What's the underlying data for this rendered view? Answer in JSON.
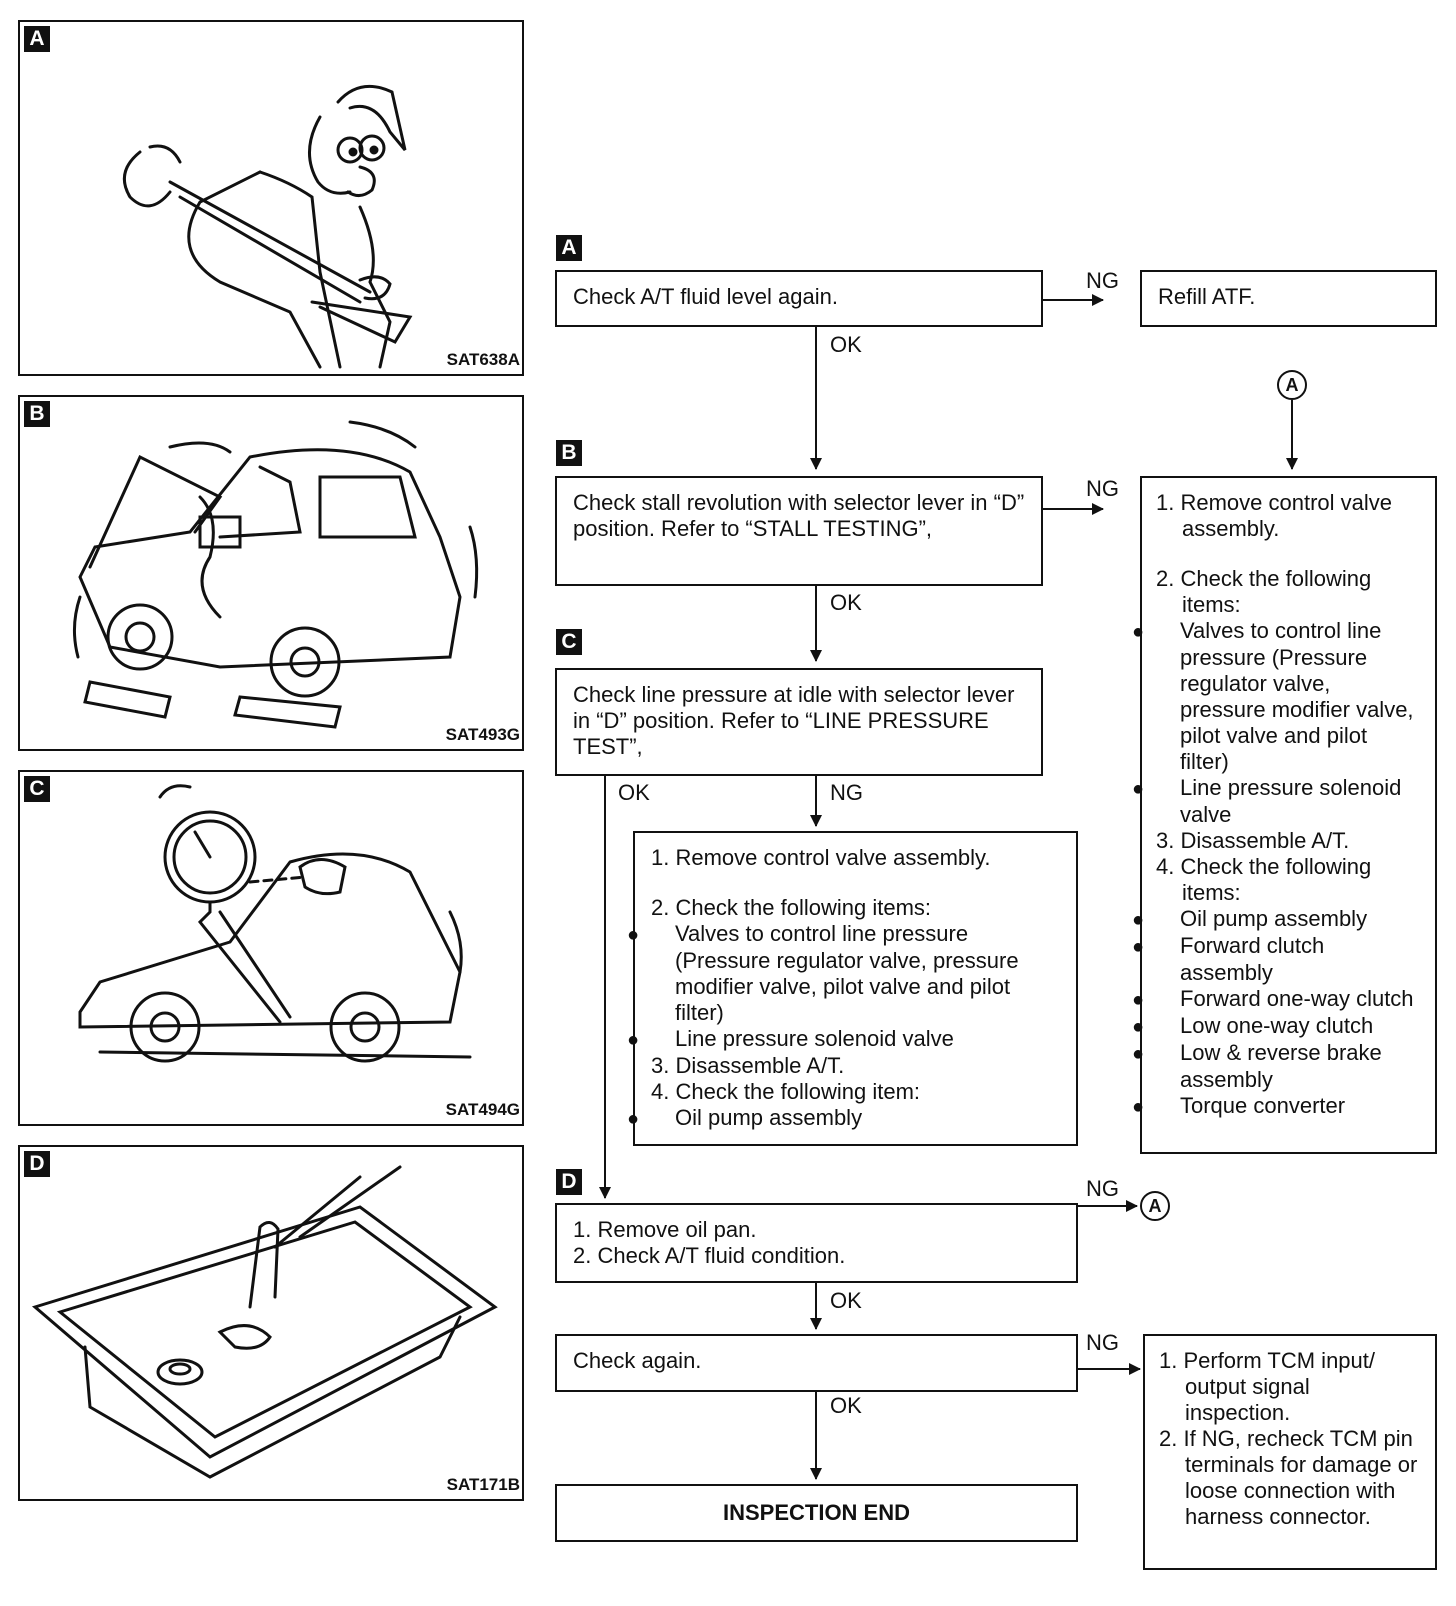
{
  "panels": [
    {
      "tag": "A",
      "code": "SAT638A"
    },
    {
      "tag": "B",
      "code": "SAT493G"
    },
    {
      "tag": "C",
      "code": "SAT494G"
    },
    {
      "tag": "D",
      "code": "SAT171B"
    }
  ],
  "flow": {
    "tags": {
      "a": "A",
      "b": "B",
      "c": "C",
      "d": "D"
    },
    "step_a": "Check A/T fluid level again.",
    "refill": "Refill ATF.",
    "step_b": "Check stall revolution with selector lever in “D” position. Refer to “STALL TESTING”,",
    "step_c": "Check line pressure at idle with selector lever in “D” position. Refer to “LINE PRESSURE TEST”,",
    "mid_box": {
      "item1": "1. Remove control valve assembly.",
      "item2": "2. Check the following items:",
      "bullets1": [
        "Valves to control line pressure (Pressure regulator valve, pressure modifier valve, pilot valve and pilot filter)",
        "Line pressure solenoid valve"
      ],
      "item3": "3. Disassemble A/T.",
      "item4": "4. Check the following item:",
      "bullets2": [
        "Oil pump assembly"
      ]
    },
    "right_box": {
      "item1": "1. Remove control valve assembly.",
      "item2": "2. Check the following items:",
      "bullets1": [
        "Valves to control line pressure (Pressure regulator valve, pressure modifier valve, pilot valve and pilot filter)",
        "Line pressure solenoid valve"
      ],
      "item3": "3. Disassemble A/T.",
      "item4": "4. Check the following items:",
      "bullets2": [
        "Oil pump assembly",
        "Forward clutch assembly",
        "Forward one-way clutch",
        "Low one-way clutch",
        "Low & reverse brake assembly",
        "Torque converter"
      ]
    },
    "step_d": {
      "item1": "1. Remove oil pan.",
      "item2": "2. Check A/T fluid condition."
    },
    "check_again": "Check again.",
    "tcm_box": {
      "item1": "1. Perform TCM input/ output signal inspection.",
      "item2": "2. If NG, recheck TCM pin terminals for damage or loose connection with harness connector."
    },
    "end": "INSPECTION END",
    "connector": "A",
    "labels": {
      "ok": "OK",
      "ng": "NG"
    }
  }
}
